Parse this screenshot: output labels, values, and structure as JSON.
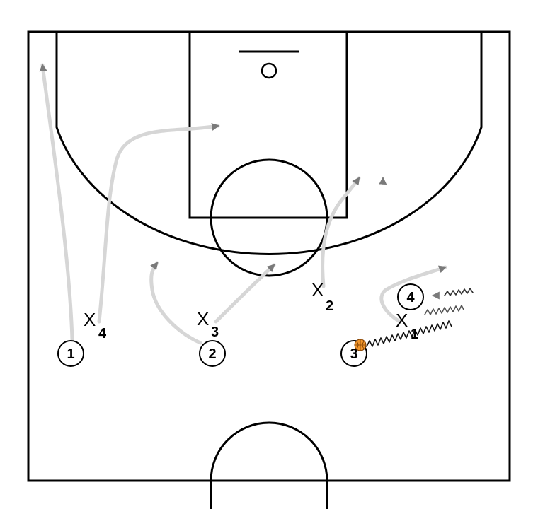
{
  "colors": {
    "court": "#000000",
    "movement": "#7a7a7a",
    "ball": "#f0952c",
    "ball_seams": "#7a3c00"
  },
  "offense": [
    {
      "label": "1"
    },
    {
      "label": "2"
    },
    {
      "label": "3",
      "has_ball": true
    },
    {
      "label": "4"
    }
  ],
  "defense": [
    {
      "mark": "X",
      "label": "1"
    },
    {
      "mark": "X",
      "label": "2"
    },
    {
      "mark": "X",
      "label": "3"
    },
    {
      "mark": "X",
      "label": "4"
    }
  ]
}
